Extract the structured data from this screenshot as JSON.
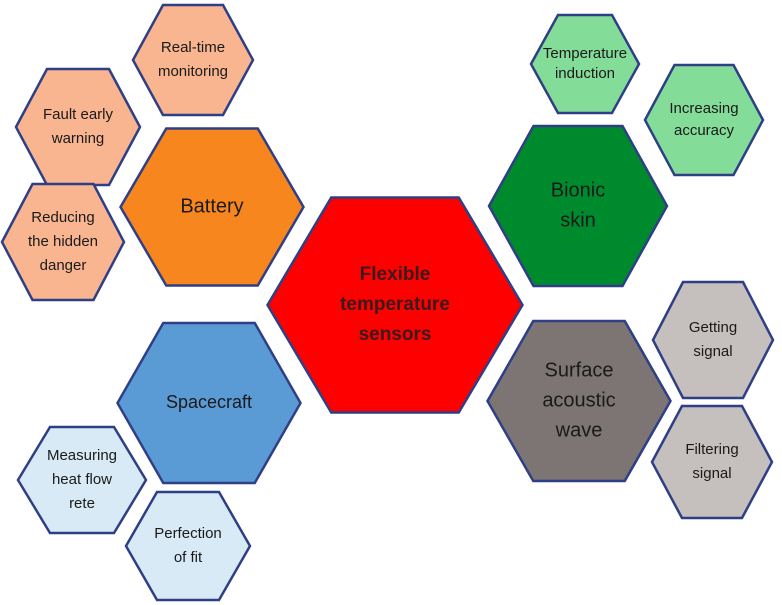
{
  "colors": {
    "center_fill": "#ff0000",
    "center_stroke": "#2f3f86",
    "orange_fill": "#f7861f",
    "orange_light": "#f8b590",
    "orange_stroke": "#2f3f86",
    "green_fill": "#008a2e",
    "green_light": "#84dc99",
    "blue_fill": "#5b9bd5",
    "blue_light": "#d8eaf6",
    "gray_fill": "#7c7574",
    "gray_light": "#c5c0bd",
    "text_dark": "#1a1a1a",
    "text_center": "#3a1a1a"
  },
  "hexes": [
    {
      "id": "center",
      "lines": [
        "Flexible",
        "temperature",
        "sensors"
      ],
      "fill": "center_fill",
      "bold": true
    },
    {
      "id": "battery",
      "lines": [
        "Battery"
      ],
      "fill": "orange_fill"
    },
    {
      "id": "real-time",
      "lines": [
        "Real-time",
        "monitoring"
      ],
      "fill": "orange_light"
    },
    {
      "id": "fault",
      "lines": [
        "Fault early",
        "warning"
      ],
      "fill": "orange_light"
    },
    {
      "id": "reducing",
      "lines": [
        "Reducing",
        "the hidden",
        "danger"
      ],
      "fill": "orange_light"
    },
    {
      "id": "bionic",
      "lines": [
        "Bionic",
        "skin"
      ],
      "fill": "green_fill"
    },
    {
      "id": "temp-induction",
      "lines": [
        "Temperature",
        "induction"
      ],
      "fill": "green_light"
    },
    {
      "id": "accuracy",
      "lines": [
        "Increasing",
        "accuracy"
      ],
      "fill": "green_light"
    },
    {
      "id": "spacecraft",
      "lines": [
        "Spacecraft"
      ],
      "fill": "blue_fill"
    },
    {
      "id": "heat-flow",
      "lines": [
        "Measuring",
        "heat flow",
        "rete"
      ],
      "fill": "blue_light"
    },
    {
      "id": "fit",
      "lines": [
        "Perfection",
        "of fit"
      ],
      "fill": "blue_light"
    },
    {
      "id": "saw",
      "lines": [
        "Surface",
        "acoustic",
        "wave"
      ],
      "fill": "gray_fill"
    },
    {
      "id": "getting",
      "lines": [
        "Getting",
        "signal"
      ],
      "fill": "gray_light"
    },
    {
      "id": "filtering",
      "lines": [
        "Filtering",
        "signal"
      ],
      "fill": "gray_light"
    }
  ]
}
